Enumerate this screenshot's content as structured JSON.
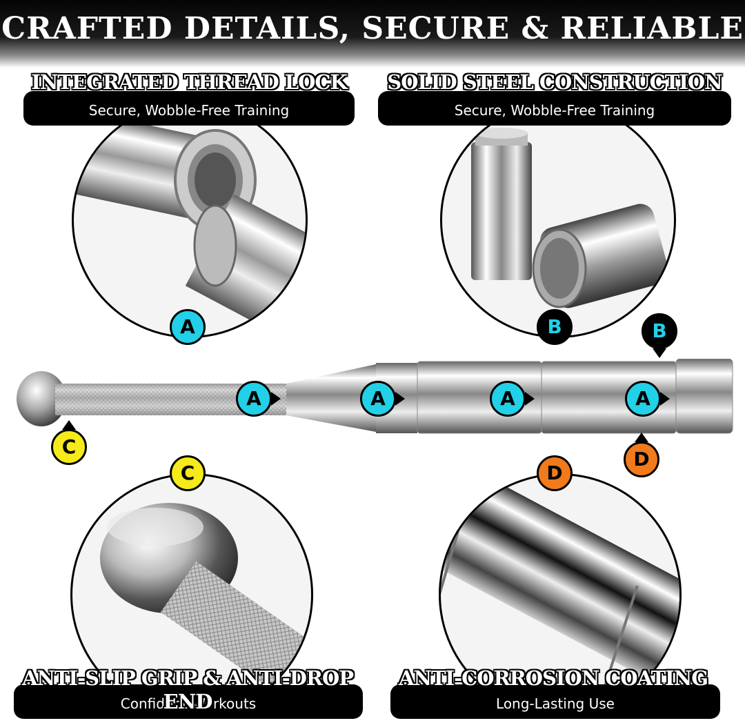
{
  "title": "CRAFTED DETAILS, SECURE & RELIABLE",
  "features": [
    {
      "letter": "A",
      "heading": "INTEGRATED THREAD LOCK",
      "subtitle": "Secure, Wobble-Free Training"
    },
    {
      "letter": "B",
      "heading": "SOLID STEEL CONSTRUCTION",
      "subtitle": "Secure, Wobble-Free Training"
    },
    {
      "letter": "C",
      "heading": "ANTI-SLIP GRIP & ANTI-DROP END",
      "subtitle": "Confident Workouts"
    },
    {
      "letter": "D",
      "heading": "ANTI-CORROSION COATING",
      "subtitle": "Long-Lasting Use"
    }
  ],
  "colors": {
    "cyan": "#22d0e8",
    "yellow": "#f5ea1a",
    "orange": "#f07a1c",
    "black": "#000000"
  }
}
